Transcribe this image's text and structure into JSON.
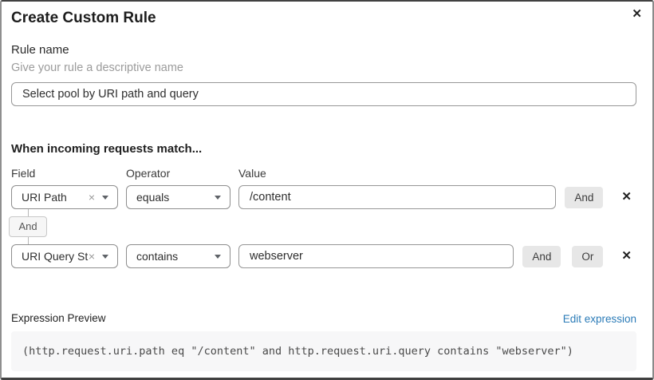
{
  "dialog": {
    "title": "Create Custom Rule"
  },
  "icons": {
    "close": "✕",
    "clear": "×",
    "delete": "✕"
  },
  "rule_name": {
    "label": "Rule name",
    "helper": "Give your rule a descriptive name",
    "value": "Select pool by URI path and query"
  },
  "match_section": {
    "heading": "When incoming requests match...",
    "columns": {
      "field": "Field",
      "operator": "Operator",
      "value": "Value"
    },
    "connector_label": "And",
    "rows": [
      {
        "field": "URI Path",
        "operator": "equals",
        "value": "/content",
        "buttons": [
          "And"
        ]
      },
      {
        "field": "URI Query St...",
        "operator": "contains",
        "value": "webserver",
        "buttons": [
          "And",
          "Or"
        ]
      }
    ]
  },
  "expression": {
    "label": "Expression Preview",
    "edit_link": "Edit expression",
    "code": "(http.request.uri.path eq \"/content\" and http.request.uri.query contains \"webserver\")"
  },
  "colors": {
    "link_blue": "#2c7cb8",
    "button_gray": "#e7e7e7"
  }
}
